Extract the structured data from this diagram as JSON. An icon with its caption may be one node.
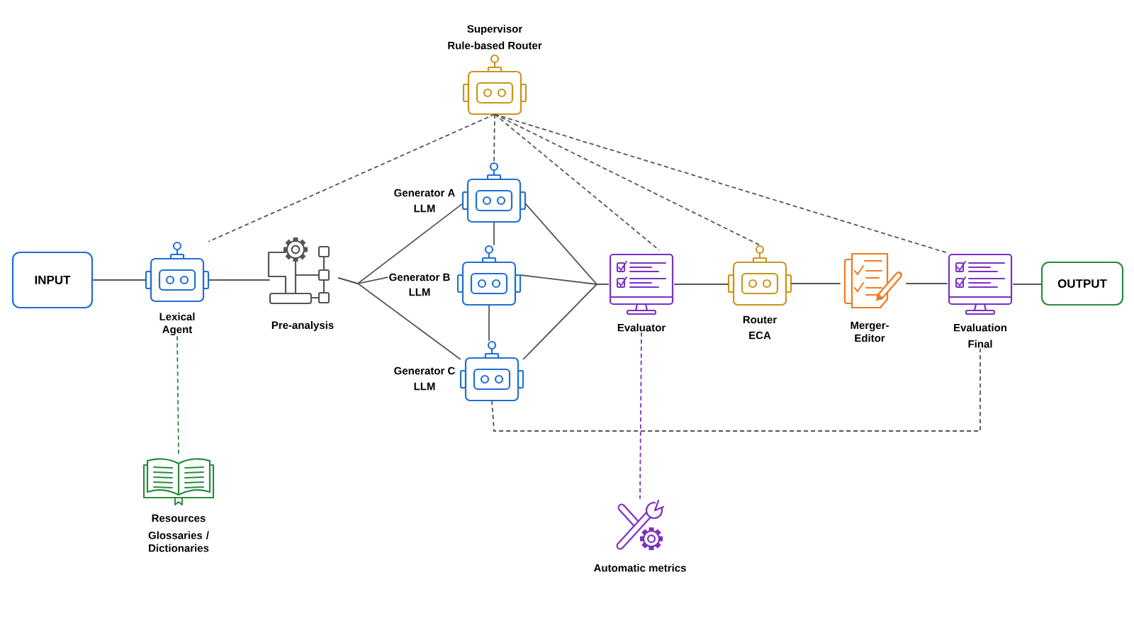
{
  "diagram": {
    "nodes": [
      {
        "text": [
          "INPUT"
        ]
      },
      {
        "text": [
          "Lexical Agent"
        ]
      },
      {
        "text": [
          "Pre-analysis"
        ]
      },
      {
        "text": [
          "Supervisor",
          "Rule-based Router"
        ]
      },
      {
        "text": [
          "Generator A",
          "LLM"
        ]
      },
      {
        "text": [
          "Generator B",
          "LLM"
        ]
      },
      {
        "text": [
          "Generator C",
          "LLM"
        ]
      },
      {
        "text": [
          "Evaluator"
        ]
      },
      {
        "text": [
          "Router",
          "ECA"
        ]
      },
      {
        "text": [
          "Merger-Editor"
        ]
      },
      {
        "text": [
          "Evaluation",
          "Final"
        ]
      },
      {
        "text": [
          "OUTPUT"
        ]
      },
      {
        "text": [
          "Resources",
          "Glossaries / Dictionaries"
        ]
      },
      {
        "text": [
          "Automatic metrics"
        ]
      }
    ],
    "edges": [
      {
        "from": 0,
        "to": 1,
        "arrow": "none"
      },
      {
        "from": 1,
        "to": 2,
        "arrow": "none"
      },
      {
        "from": 2,
        "to": 4,
        "arrow": "none"
      },
      {
        "from": 2,
        "to": 5,
        "arrow": "none"
      },
      {
        "from": 2,
        "to": 6,
        "arrow": "none"
      },
      {
        "from": 4,
        "to": 5,
        "arrow": "none"
      },
      {
        "from": 5,
        "to": 6,
        "arrow": "none"
      },
      {
        "from": 4,
        "to": 7,
        "arrow": "none"
      },
      {
        "from": 5,
        "to": 7,
        "arrow": "none"
      },
      {
        "from": 6,
        "to": 7,
        "arrow": "none"
      },
      {
        "from": 7,
        "to": 8,
        "arrow": "none"
      },
      {
        "from": 8,
        "to": 9,
        "arrow": "none"
      },
      {
        "from": 9,
        "to": 10,
        "arrow": "none"
      },
      {
        "from": 10,
        "to": 11,
        "arrow": "none"
      },
      {
        "from": 3,
        "to": 1,
        "arrow": "none",
        "style": "dashed"
      },
      {
        "from": 3,
        "to": 4,
        "arrow": "none",
        "style": "dashed"
      },
      {
        "from": 3,
        "to": 7,
        "arrow": "none",
        "style": "dashed"
      },
      {
        "from": 3,
        "to": 8,
        "arrow": "none",
        "style": "dashed"
      },
      {
        "from": 3,
        "to": 10,
        "arrow": "none",
        "style": "dashed"
      },
      {
        "from": 6,
        "to": 10,
        "arrow": "none",
        "style": "dashed"
      },
      {
        "from": 1,
        "to": 12,
        "arrow": "none",
        "style": "dashed",
        "color": "#2b8a3e"
      },
      {
        "from": 7,
        "to": 13,
        "arrow": "none",
        "style": "dashed",
        "color": "#7a2fc4"
      }
    ]
  }
}
